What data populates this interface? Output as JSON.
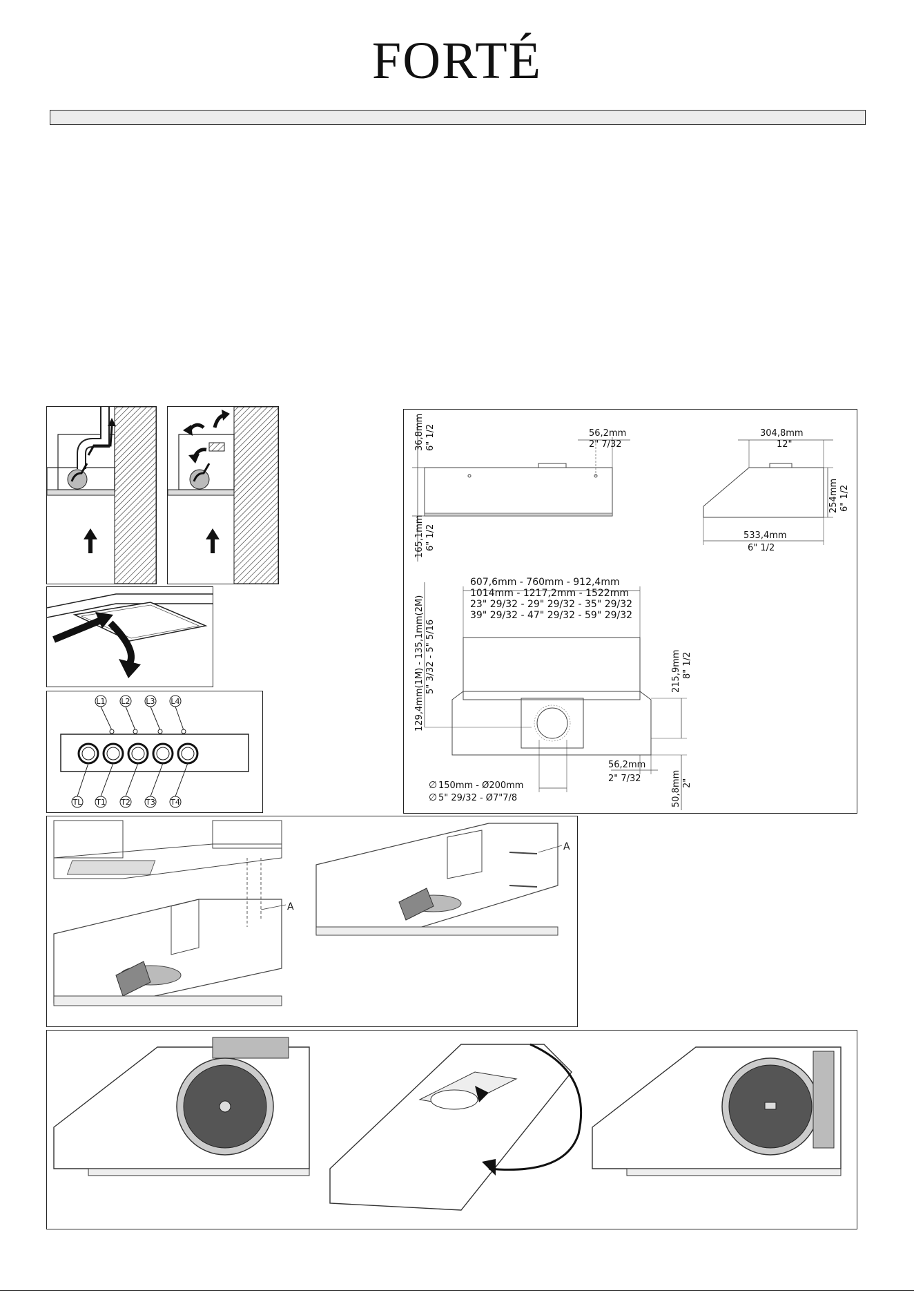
{
  "brand": {
    "logo_text": "FORTÉ"
  },
  "dimensions": {
    "top_left_v1_mm": "36,8mm",
    "top_left_v1_in": "6\" 1/2",
    "top_left_v2_mm": "165,1mm",
    "top_left_v2_in": "6\" 1/2",
    "top_right_h_mm": "56,2mm",
    "top_right_h_in": "2\" 7/32",
    "side_top_mm": "304,8mm",
    "side_top_in": "12\"",
    "side_height_mm": "254mm",
    "side_height_in": "6\" 1/2",
    "side_depth_mm": "533,4mm",
    "side_depth_in": "6\" 1/2",
    "width_line1": "607,6mm  -  760mm  -  912,4mm",
    "width_line2": "1014mm  -  1217,2mm  -  1522mm",
    "width_line3": "23\" 29/32  -  29\" 29/32  -  35\" 29/32",
    "width_line4": "39\" 29/32  -  47\" 29/32  -  59\" 29/32",
    "front_v_mm": "129,4mm(1M) - 135,1mm(2M)",
    "front_v_in": "5\" 3/32 - 5\" 5/16",
    "front_r_mm": "215,9mm",
    "front_r_in": "8\" 1/2",
    "bottom_h_mm": "56,2mm",
    "bottom_h_in": "2\" 7/32",
    "bottom_v_mm": "50,8mm",
    "bottom_v_in": "2\"",
    "duct_mm": "150mm - Ø200mm",
    "duct_in": "5\" 29/32 - Ø7\"7/8",
    "diameter_symbol": "∅"
  },
  "controls": {
    "lights": [
      "L1",
      "L2",
      "L3",
      "L4"
    ],
    "buttons": [
      "TL",
      "T1",
      "T2",
      "T3",
      "T4"
    ]
  },
  "install": {
    "label_a_left": "A",
    "label_a_right": "A"
  }
}
